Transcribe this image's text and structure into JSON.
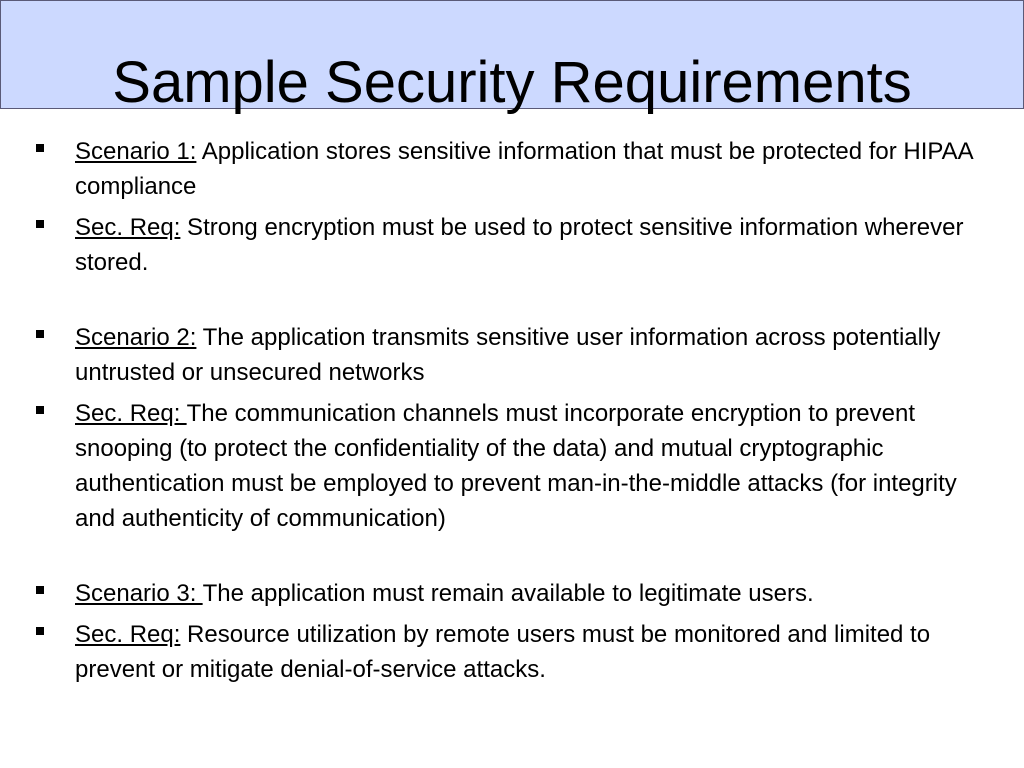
{
  "slide": {
    "title": "Sample Security Requirements"
  },
  "items": [
    {
      "label": "Scenario 1:",
      "text": " Application stores sensitive information that must be protected for HIPAA compliance"
    },
    {
      "label": "Sec. Req:",
      "text": " Strong encryption must be used to protect sensitive information wherever stored."
    },
    {
      "label": "Scenario 2:",
      "text": " The application transmits sensitive user information across potentially untrusted or unsecured networks"
    },
    {
      "label": "Sec. Req: ",
      "text": "The communication channels must incorporate encryption to prevent snooping (to protect the confidentiality of the data) and mutual cryptographic authentication must be employed to prevent man-in-the-middle attacks (for integrity and authenticity of communication)"
    },
    {
      "label": "Scenario 3: ",
      "text": "The application must remain available to legitimate users."
    },
    {
      "label": "Sec. Req:",
      "text": " Resource utilization by remote users must be monitored and limited to prevent or mitigate denial-of-service attacks."
    }
  ],
  "icons": {
    "bullet": "square-bullet-icon"
  }
}
